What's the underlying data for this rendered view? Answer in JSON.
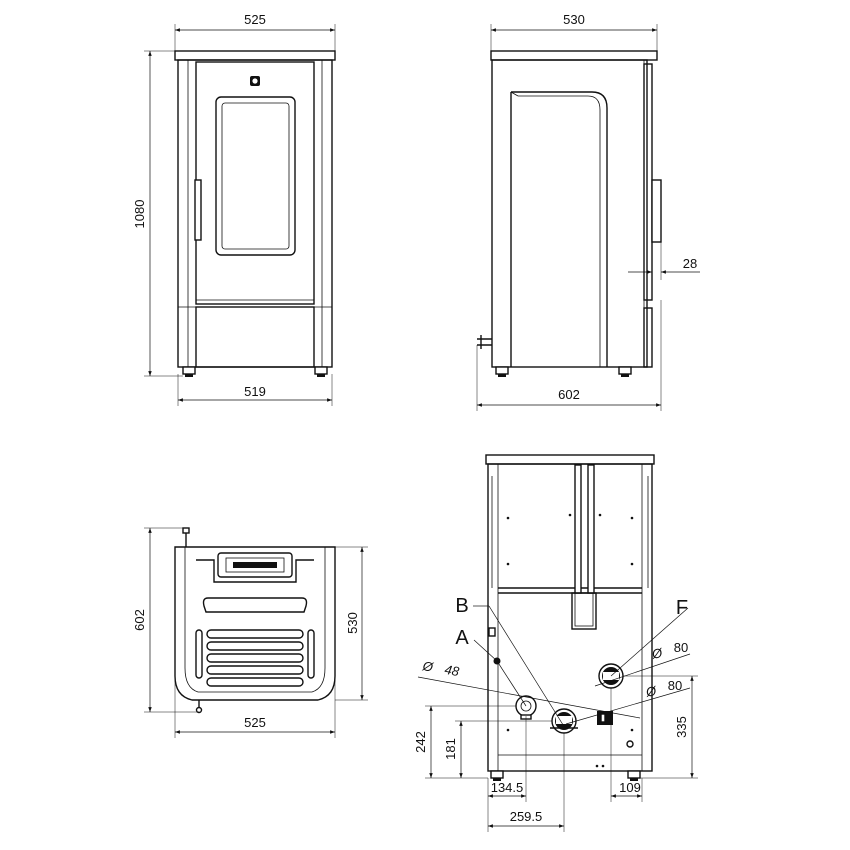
{
  "front_view": {
    "width_top": "525",
    "height": "1080",
    "width_bottom": "519"
  },
  "side_view": {
    "depth_top": "530",
    "handle_offset": "28",
    "depth_bottom": "602"
  },
  "top_view": {
    "depth": "602",
    "depth_inner": "530",
    "width": "525"
  },
  "rear_view": {
    "labels": {
      "a": "A",
      "b": "B",
      "f": "F"
    },
    "diameter_symbol": "Ø",
    "diameter_48": "48",
    "diameter_80_upper": "80",
    "diameter_80_lower": "80",
    "height_242": "242",
    "height_181": "181",
    "height_335": "335",
    "offset_134_5": "134.5",
    "offset_259_5": "259.5",
    "offset_109": "109"
  }
}
